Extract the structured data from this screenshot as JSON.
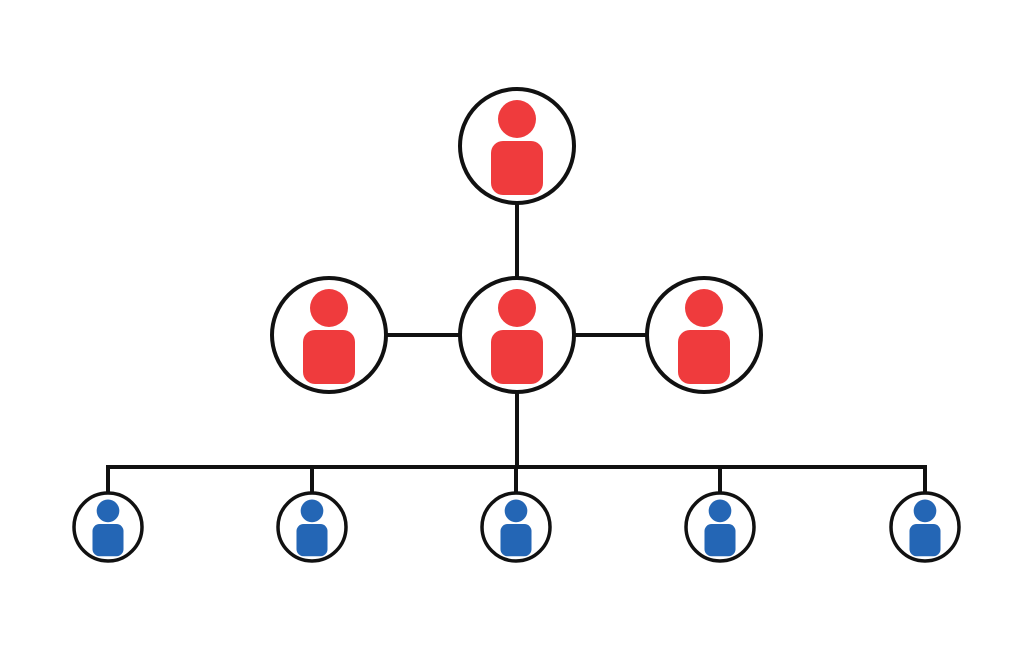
{
  "diagram": {
    "type": "org-chart",
    "colors": {
      "background": "#ffffff",
      "line": "#111111",
      "leader": "#ef3b3d",
      "member": "#2466b5"
    },
    "nodes": [
      {
        "id": "top",
        "icon": "person-icon",
        "level": "leader",
        "color": "#ef3b3d"
      },
      {
        "id": "center",
        "icon": "person-icon",
        "level": "leader",
        "color": "#ef3b3d"
      },
      {
        "id": "left",
        "icon": "person-icon",
        "level": "leader",
        "color": "#ef3b3d"
      },
      {
        "id": "right",
        "icon": "person-icon",
        "level": "leader",
        "color": "#ef3b3d"
      },
      {
        "id": "member-1",
        "icon": "person-icon",
        "level": "member",
        "color": "#2466b5"
      },
      {
        "id": "member-2",
        "icon": "person-icon",
        "level": "member",
        "color": "#2466b5"
      },
      {
        "id": "member-3",
        "icon": "person-icon",
        "level": "member",
        "color": "#2466b5"
      },
      {
        "id": "member-4",
        "icon": "person-icon",
        "level": "member",
        "color": "#2466b5"
      },
      {
        "id": "member-5",
        "icon": "person-icon",
        "level": "member",
        "color": "#2466b5"
      }
    ],
    "edges": [
      [
        "top",
        "center"
      ],
      [
        "left",
        "center"
      ],
      [
        "center",
        "right"
      ],
      [
        "center",
        "member-1"
      ],
      [
        "center",
        "member-2"
      ],
      [
        "center",
        "member-3"
      ],
      [
        "center",
        "member-4"
      ],
      [
        "center",
        "member-5"
      ]
    ]
  }
}
